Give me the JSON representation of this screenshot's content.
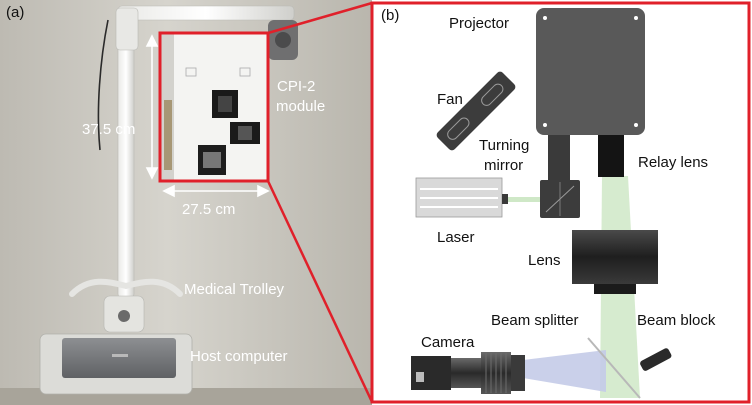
{
  "panel_a": {
    "tag": "(a)",
    "height_label": "37.5 cm",
    "width_label": "27.5 cm",
    "module_label_line1": "CPI-2",
    "module_label_line2": "module",
    "trolley_label": "Medical Trolley",
    "host_label": "Host computer"
  },
  "panel_b": {
    "tag": "(b)",
    "projector": "Projector",
    "fan": "Fan",
    "turning_mirror_line1": "Turning",
    "turning_mirror_line2": "mirror",
    "relay_lens": "Relay lens",
    "laser": "Laser",
    "lens": "Lens",
    "beam_splitter": "Beam splitter",
    "beam_block": "Beam block",
    "camera": "Camera"
  },
  "colors": {
    "highlight_red": "#e0202a",
    "wall": "#cfcdc6",
    "panel_b_bg": "#ffffff",
    "green_beam": "#cfe8c7",
    "blue_beam": "#c4cbe8",
    "dark_part": "#3c3c3c",
    "black_part": "#141414",
    "label_white": "#ffffff",
    "label_black": "#111111"
  }
}
